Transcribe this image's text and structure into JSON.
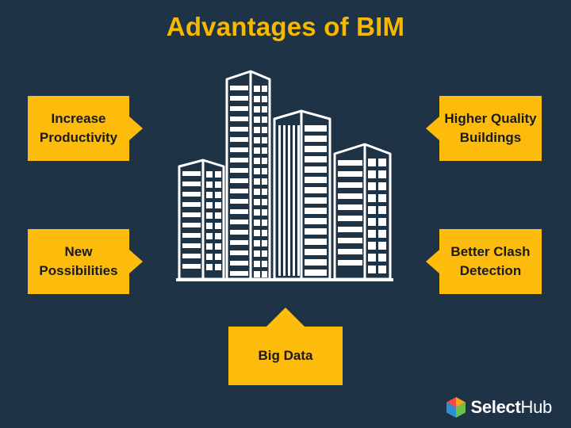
{
  "title": "Advantages of BIM",
  "callouts": {
    "top_left": "Increase\nProductivity",
    "mid_left": "New\nPossibilities",
    "top_right": "Higher Quality\nBuildings",
    "mid_right": "Better Clash\nDetection",
    "bottom_center": "Big Data"
  },
  "logo": {
    "name_bold": "Select",
    "name_regular": "Hub",
    "icon": "cube-hexagon-icon"
  },
  "colors": {
    "background": "#1f3347",
    "accent": "#fdbc0b",
    "title": "#f7b900",
    "building_stroke": "#ffffff"
  }
}
